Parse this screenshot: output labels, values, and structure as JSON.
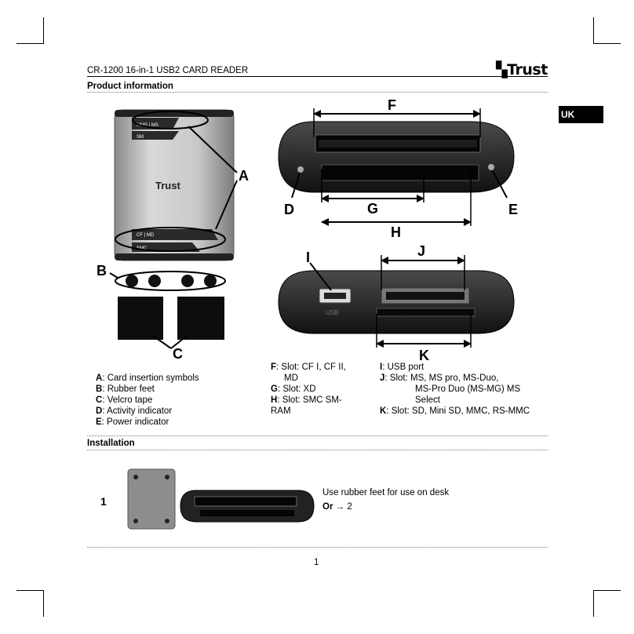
{
  "header": {
    "title": "CR-1200 16-in-1 USB2 CARD READER",
    "brand": "Trust"
  },
  "language_tab": "UK",
  "sections": {
    "product_information": "Product information",
    "installation": "Installation"
  },
  "figure_labels": {
    "A": "A",
    "B": "B",
    "C": "C",
    "D": "D",
    "E": "E",
    "F": "F",
    "G": "G",
    "H": "H",
    "I": "I",
    "J": "J",
    "K": "K"
  },
  "device_labels": {
    "brand": "Trust",
    "top_slot_1": "MMS | MS",
    "top_slot_2": "SM",
    "bottom_slot_1": "CF | MD",
    "bottom_slot_2": "SMC",
    "usb": "USB"
  },
  "legend": {
    "col1": [
      {
        "key": "A",
        "text": ": Card insertion symbols"
      },
      {
        "key": "B",
        "text": ": Rubber feet"
      },
      {
        "key": "C",
        "text": ": Velcro tape"
      },
      {
        "key": "D",
        "text": ": Activity indicator"
      },
      {
        "key": "E",
        "text": ": Power indicator"
      }
    ],
    "col2": [
      {
        "key": "F",
        "text": ": Slot: CF I, CF II,",
        "cont": "MD"
      },
      {
        "key": "G",
        "text": ": Slot: XD"
      },
      {
        "key": "H",
        "text": ": Slot: SMC SM-",
        "cont": "RAM"
      }
    ],
    "col3": [
      {
        "key": "I",
        "text": ":  USB port"
      },
      {
        "key": "J",
        "text": ":  Slot: MS, MS pro, MS-Duo,",
        "cont1": "MS-Pro Duo (MS-MG) MS",
        "cont2": "Select"
      },
      {
        "key": "K",
        "text": ": Slot: SD, Mini SD, MMC, RS-MMC"
      }
    ]
  },
  "installation": {
    "step_number": "1",
    "text": "Use rubber feet for use on desk",
    "or_label": "Or",
    "arrow": "→",
    "next_step": "2"
  },
  "page_number": "1"
}
